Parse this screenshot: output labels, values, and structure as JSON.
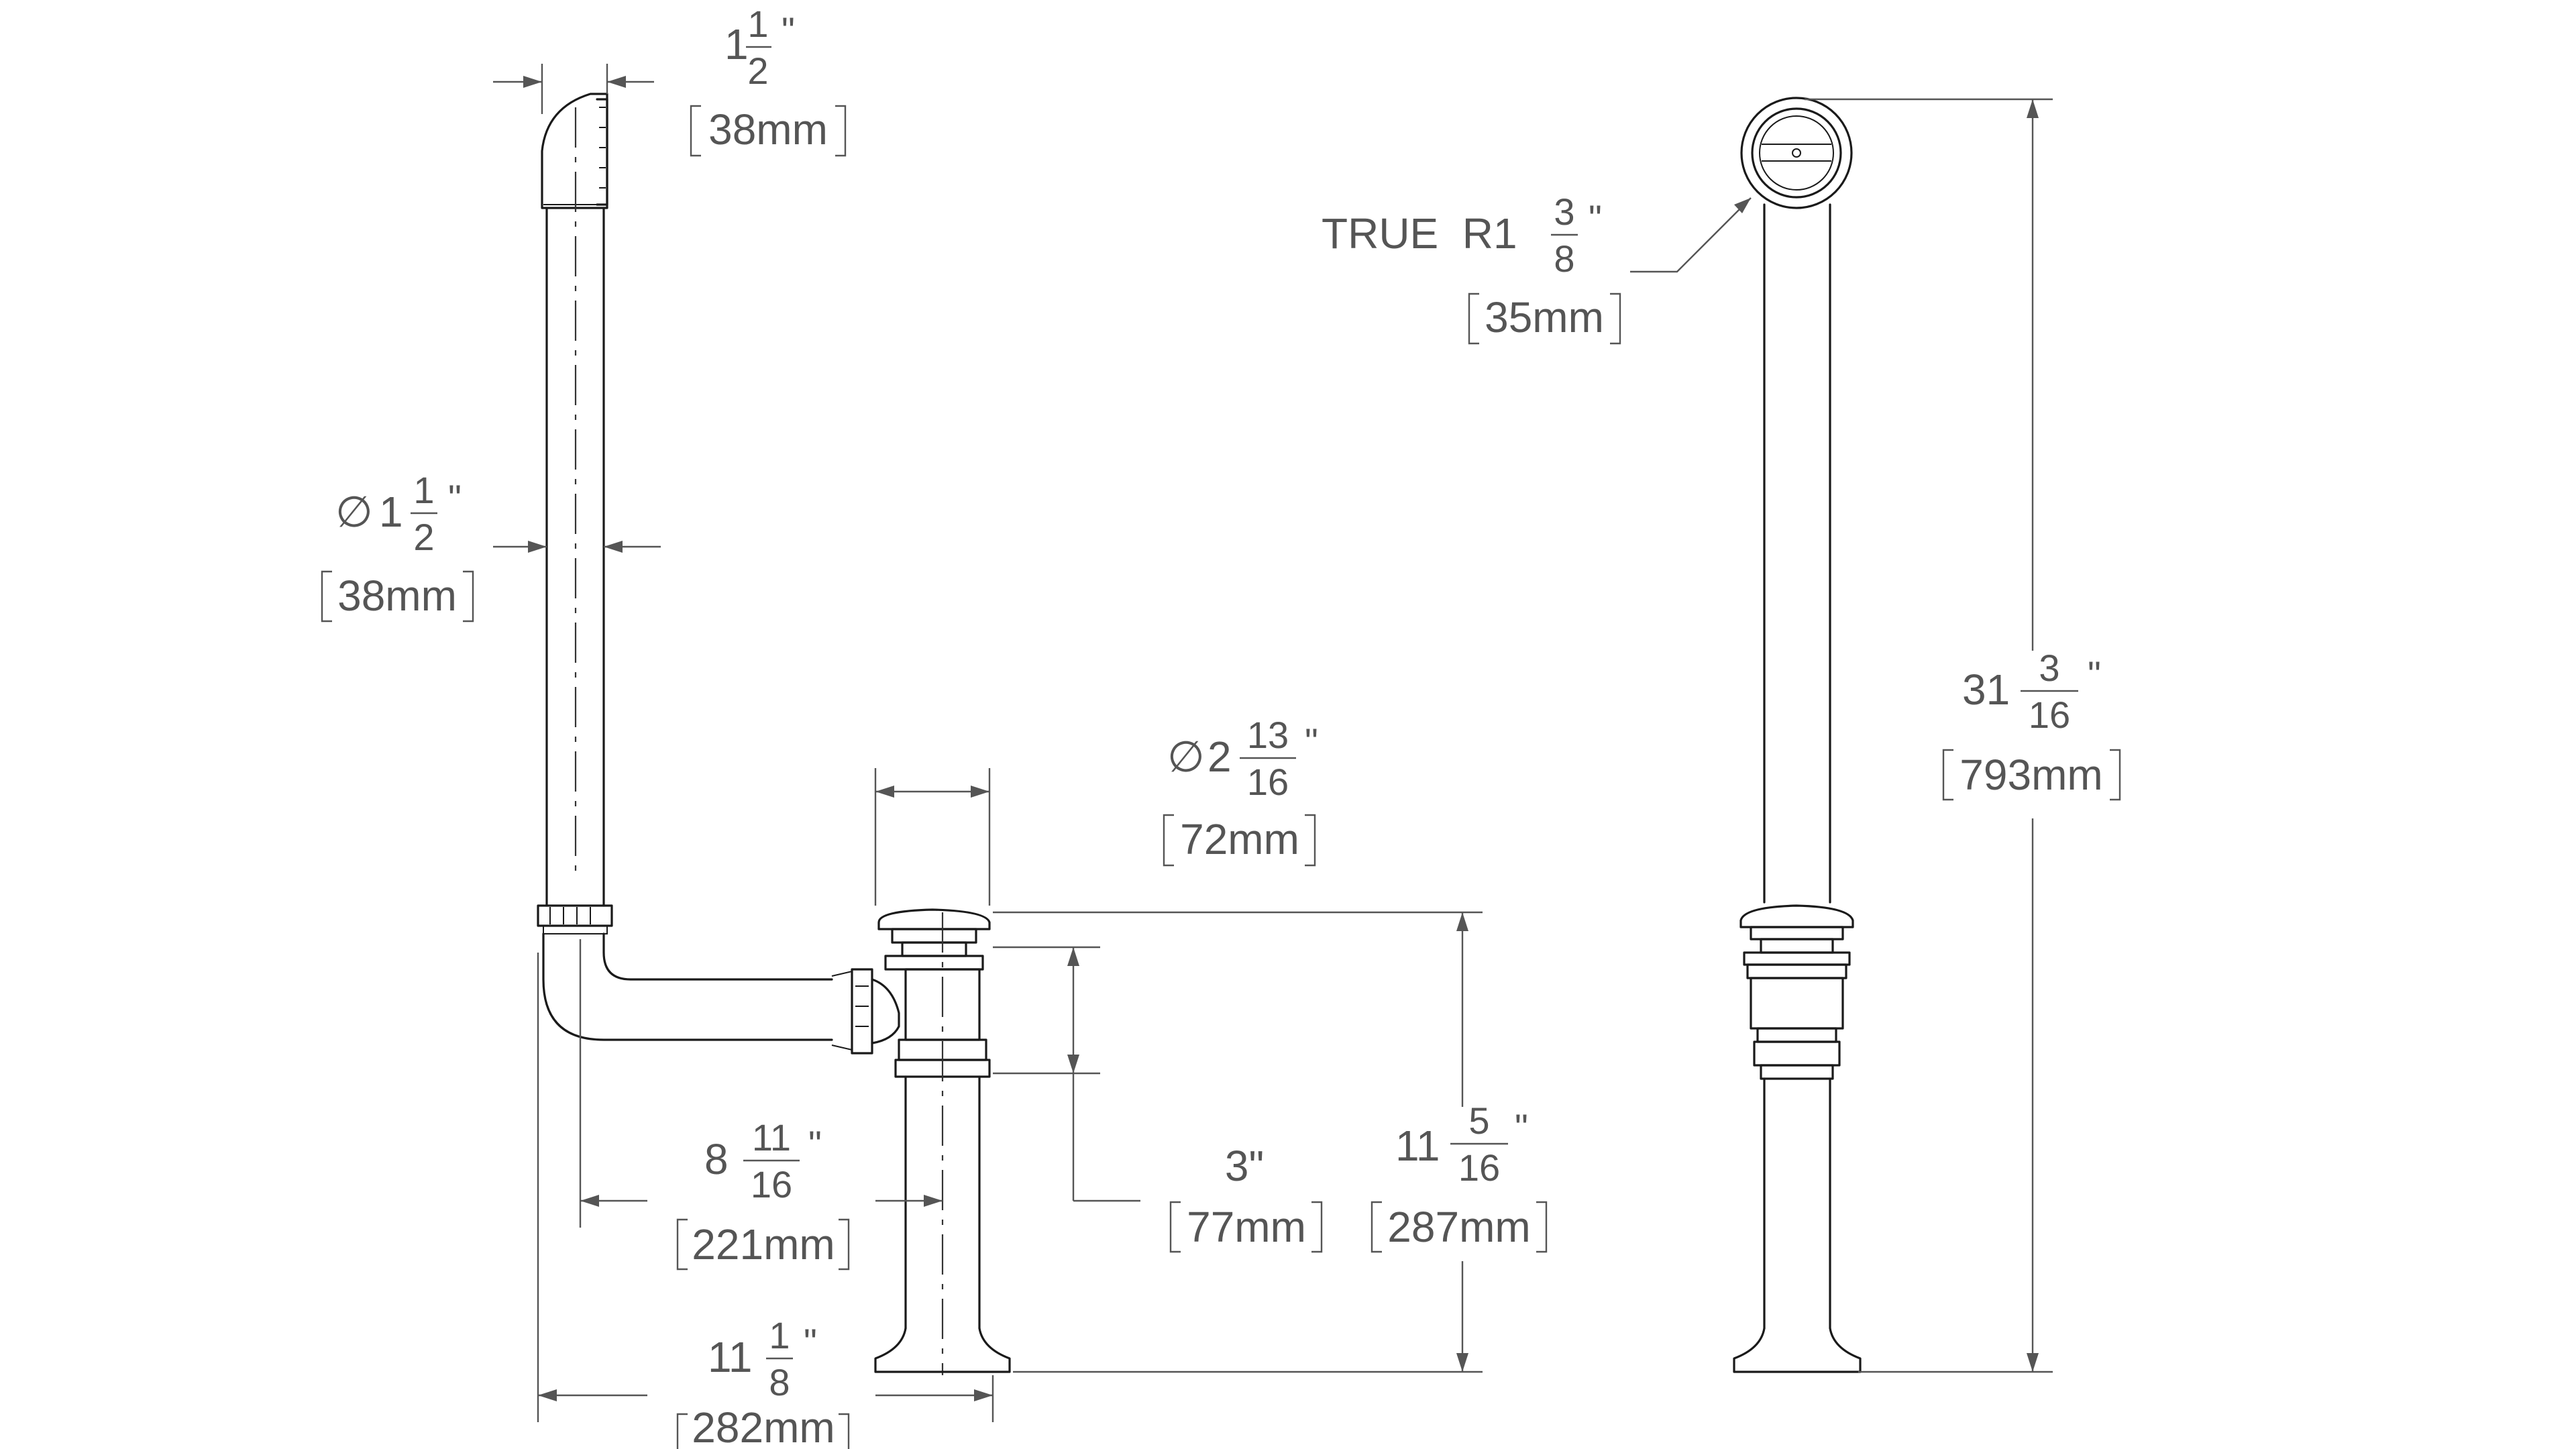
{
  "drawing": {
    "dimensions": {
      "top_offset": {
        "whole": "1",
        "num": "1",
        "den": "2",
        "unit": "\"",
        "metric": "38mm"
      },
      "pipe_diameter": {
        "symbol": "∅",
        "whole": "1",
        "num": "1",
        "den": "2",
        "unit": "\"",
        "metric": "38mm"
      },
      "drain_diameter": {
        "symbol": "∅",
        "whole": "2",
        "num": "13",
        "den": "16",
        "unit": "\"",
        "metric": "72mm"
      },
      "radius": {
        "prefix": "TRUE  R1",
        "num": "3",
        "den": "8",
        "unit": "\"",
        "metric": "35mm"
      },
      "total_height": {
        "whole": "31",
        "num": "3",
        "den": "16",
        "unit": "\"",
        "metric": "793mm"
      },
      "horizontal_run": {
        "whole": "8",
        "num": "11",
        "den": "16",
        "unit": "\"",
        "metric": "221mm"
      },
      "drop_height": {
        "value": "3\"",
        "metric": "77mm"
      },
      "drain_height": {
        "whole": "11",
        "num": "5",
        "den": "16",
        "unit": "\"",
        "metric": "287mm"
      },
      "overall_width": {
        "whole": "11",
        "num": "1",
        "den": "8",
        "unit": "\"",
        "metric": "282mm"
      }
    }
  }
}
